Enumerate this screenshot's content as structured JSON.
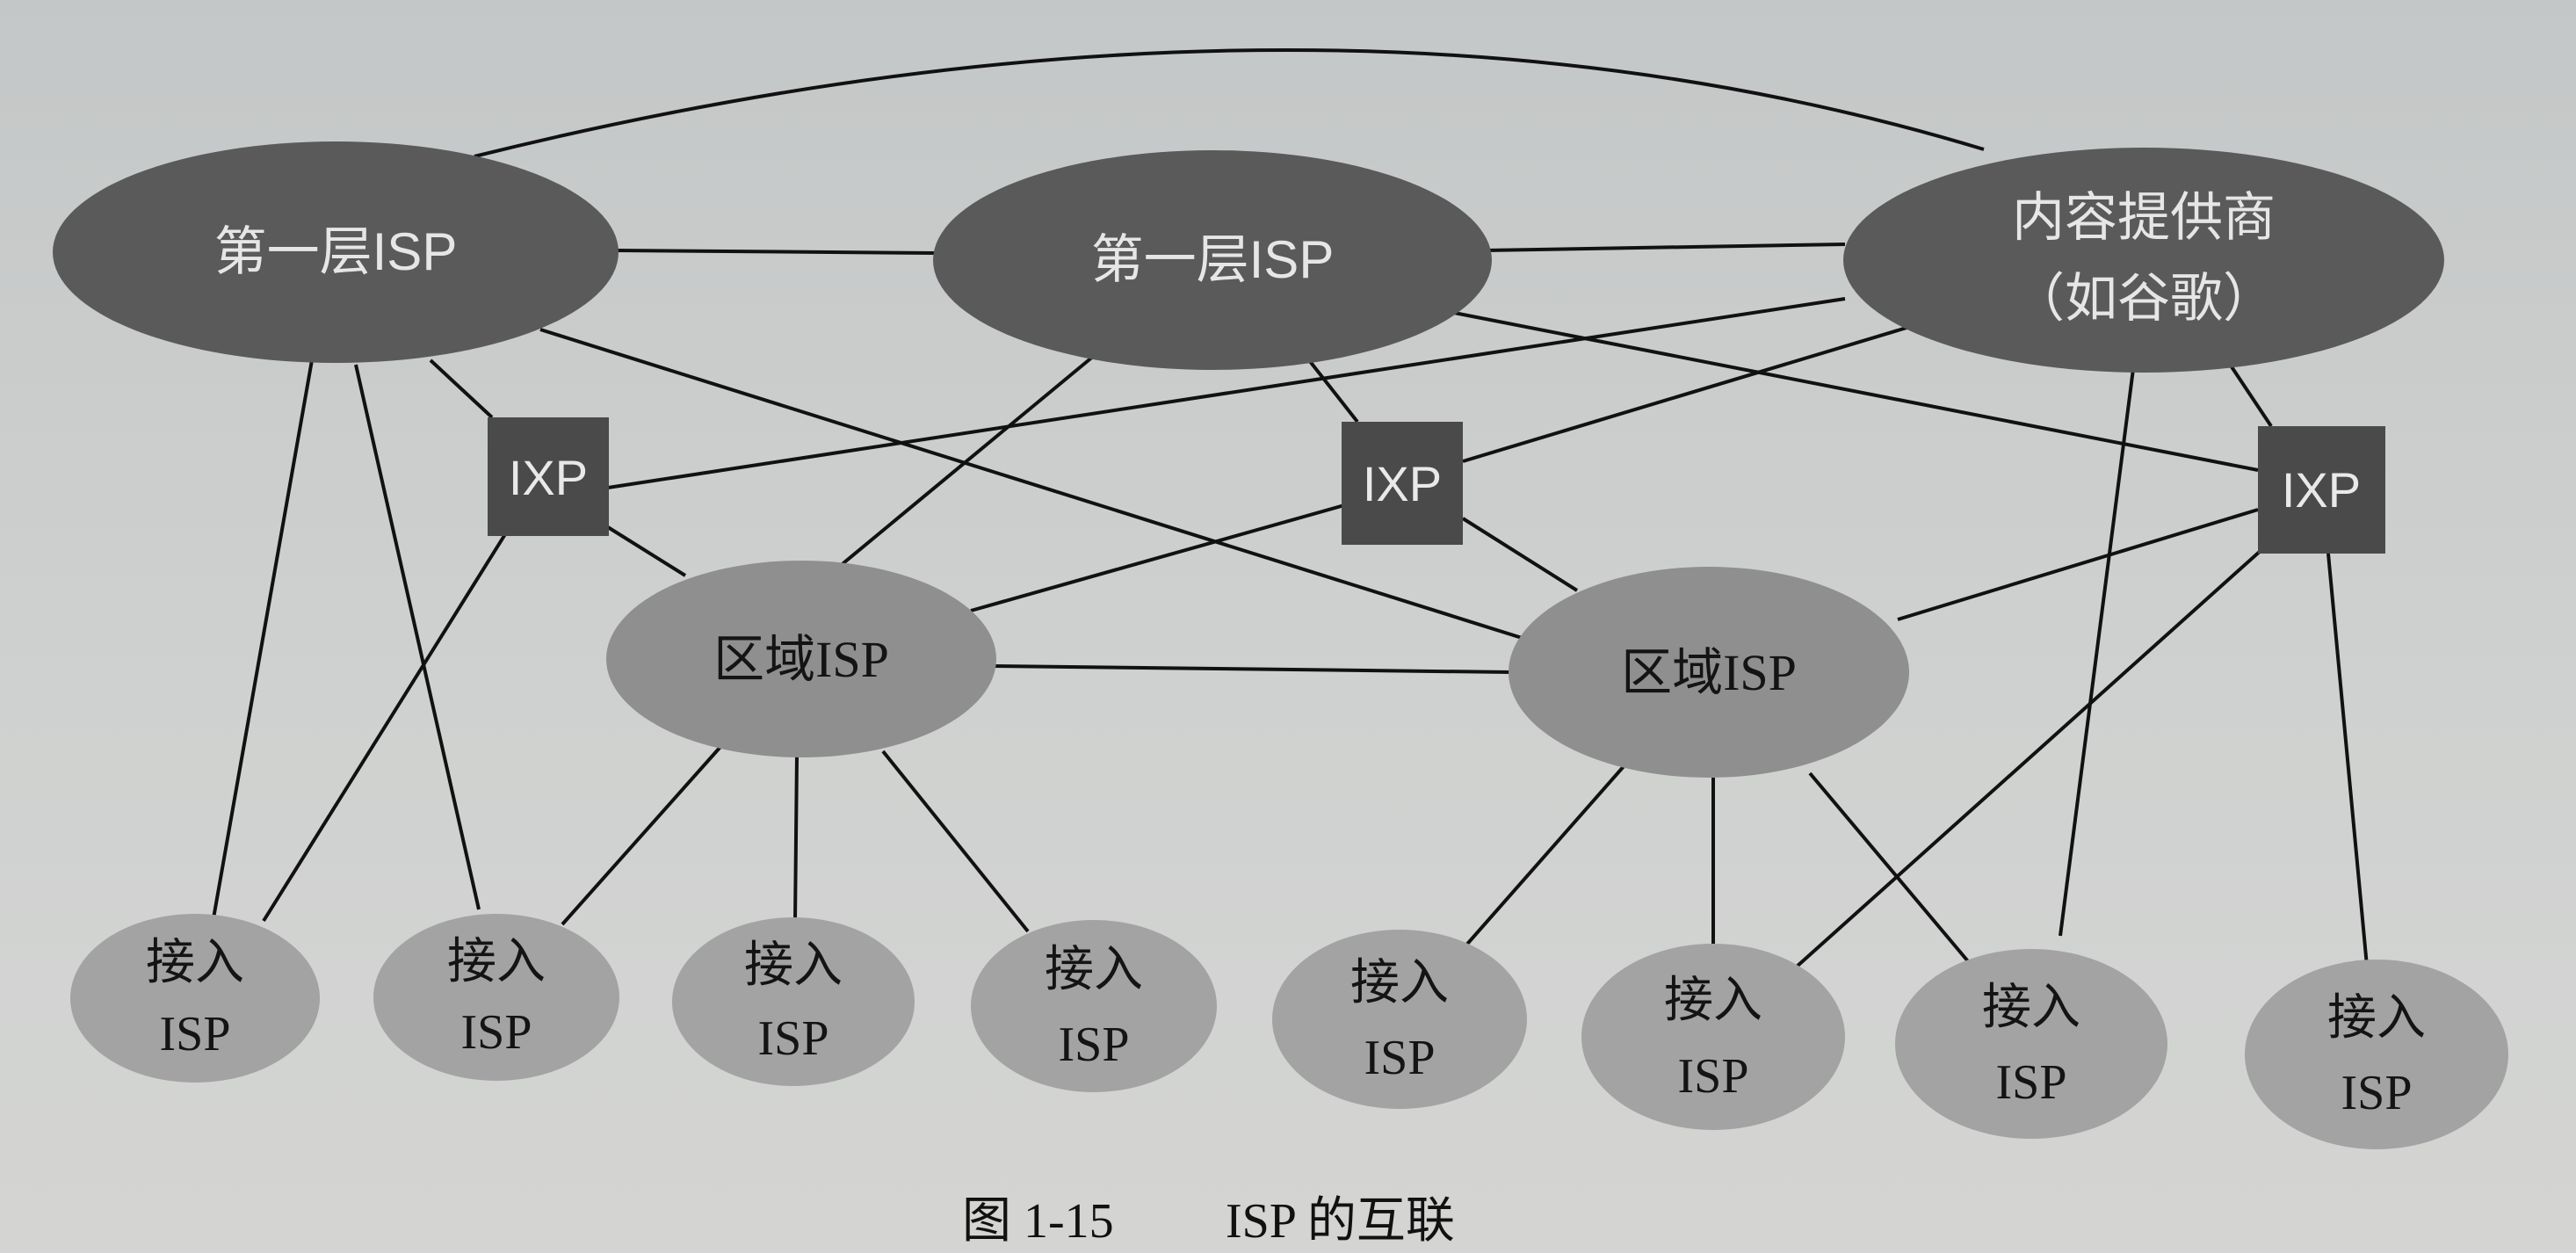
{
  "colors": {
    "tier1_fill": "#5a5a5a",
    "ixp_fill": "#4a4a4a",
    "regional_fill": "#8f8f8f",
    "access_fill": "#a3a3a3",
    "edge": "#111111"
  },
  "nodes": {
    "tier1_left": {
      "label": "第一层ISP"
    },
    "tier1_center": {
      "label": "第一层ISP"
    },
    "content": {
      "label_line1": "内容提供商",
      "label_line2": "（如谷歌）"
    },
    "ixp_left": {
      "label": "IXP"
    },
    "ixp_center": {
      "label": "IXP"
    },
    "ixp_right": {
      "label": "IXP"
    },
    "regional_left": {
      "label": "区域ISP"
    },
    "regional_right": {
      "label": "区域ISP"
    },
    "access_1": {
      "line1": "接入",
      "line2": "ISP"
    },
    "access_2": {
      "line1": "接入",
      "line2": "ISP"
    },
    "access_3": {
      "line1": "接入",
      "line2": "ISP"
    },
    "access_4": {
      "line1": "接入",
      "line2": "ISP"
    },
    "access_5": {
      "line1": "接入",
      "line2": "ISP"
    },
    "access_6": {
      "line1": "接入",
      "line2": "ISP"
    },
    "access_7": {
      "line1": "接入",
      "line2": "ISP"
    },
    "access_8": {
      "line1": "接入",
      "line2": "ISP"
    }
  },
  "caption": {
    "number": "图 1-15",
    "title": "ISP 的互联"
  }
}
